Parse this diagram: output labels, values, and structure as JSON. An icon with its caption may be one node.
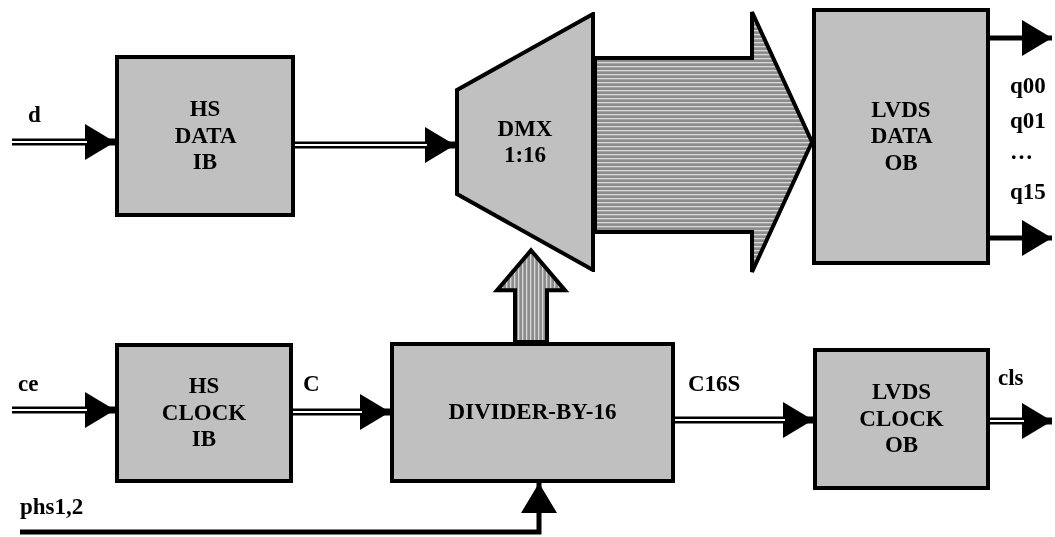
{
  "diagram": {
    "nodes": [
      {
        "text": [
          "HS DATA IB"
        ]
      },
      {
        "text": [
          "DMX 1:16"
        ]
      },
      {
        "text": [
          "LVDS DATA OB"
        ]
      },
      {
        "text": [
          "HS CLOCK IB"
        ]
      },
      {
        "text": [
          "DIVIDER-BY-16"
        ]
      },
      {
        "text": [
          "LVDS CLOCK OB"
        ]
      }
    ],
    "edges": [
      {
        "from": null,
        "to": 0,
        "arrow": "to",
        "label": "d"
      },
      {
        "from": 0,
        "to": 1,
        "arrow": "to"
      },
      {
        "from": 1,
        "to": 2,
        "arrow": "to",
        "style": "thick"
      },
      {
        "from": 4,
        "to": 1,
        "arrow": "to",
        "style": "thick"
      },
      {
        "from": 2,
        "to": null,
        "arrow": "to"
      },
      {
        "from": 2,
        "to": null,
        "arrow": "to"
      },
      {
        "from": null,
        "to": 3,
        "arrow": "to",
        "label": "ce"
      },
      {
        "from": 3,
        "to": 4,
        "arrow": "to",
        "label": "C"
      },
      {
        "from": 4,
        "to": 5,
        "arrow": "to",
        "label": "C16S"
      },
      {
        "from": 5,
        "to": null,
        "arrow": "to",
        "label": "cls"
      },
      {
        "from": null,
        "to": 4,
        "arrow": "to",
        "label": "phs1,2"
      }
    ],
    "labels": [
      "q00",
      "q01",
      "…",
      "q15"
    ]
  }
}
